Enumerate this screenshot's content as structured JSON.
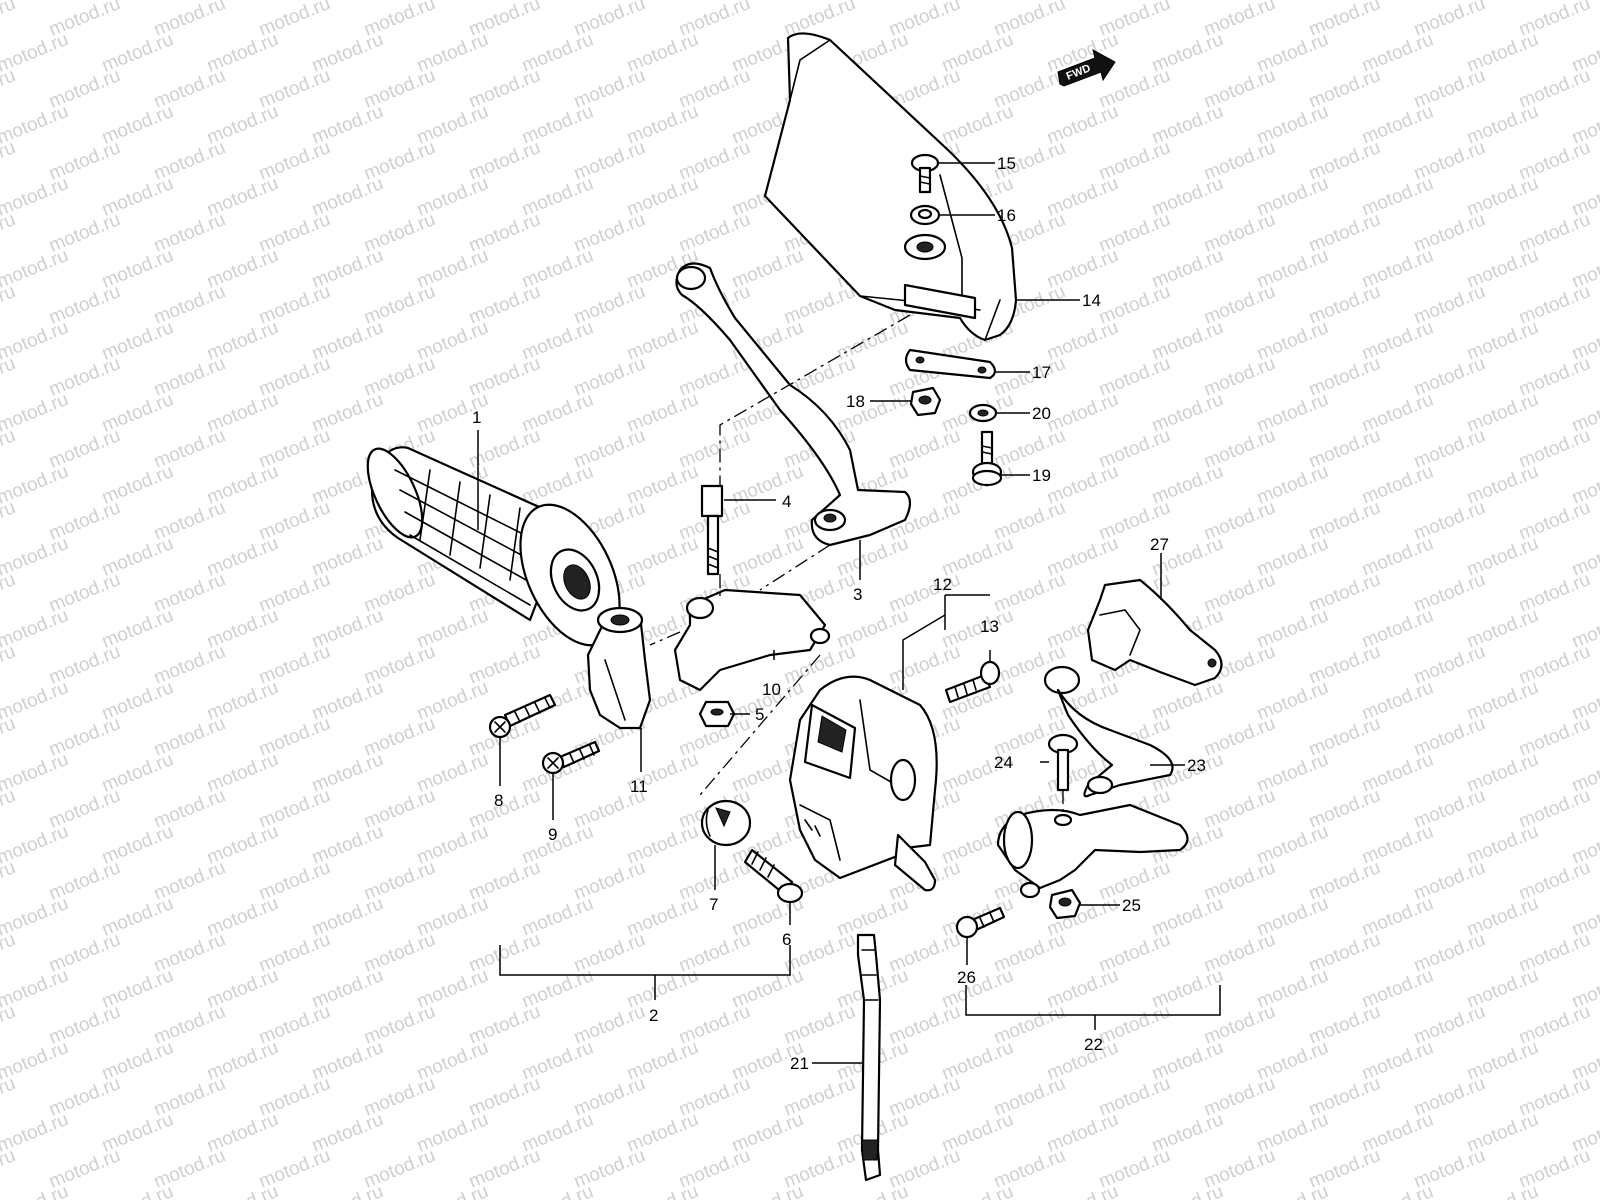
{
  "watermark": "motod.ru",
  "fwd_label": "FWD",
  "callouts": {
    "c1": "1",
    "c2": "2",
    "c3": "3",
    "c4": "4",
    "c5": "5",
    "c6": "6",
    "c7": "7",
    "c8": "8",
    "c9": "9",
    "c10": "10",
    "c11": "11",
    "c12": "12",
    "c13": "13",
    "c14": "14",
    "c15": "15",
    "c16": "16",
    "c17": "17",
    "c18": "18",
    "c19": "19",
    "c20": "20",
    "c21": "21",
    "c22": "22",
    "c23": "23",
    "c24": "24",
    "c25": "25",
    "c26": "26",
    "c27": "27"
  }
}
